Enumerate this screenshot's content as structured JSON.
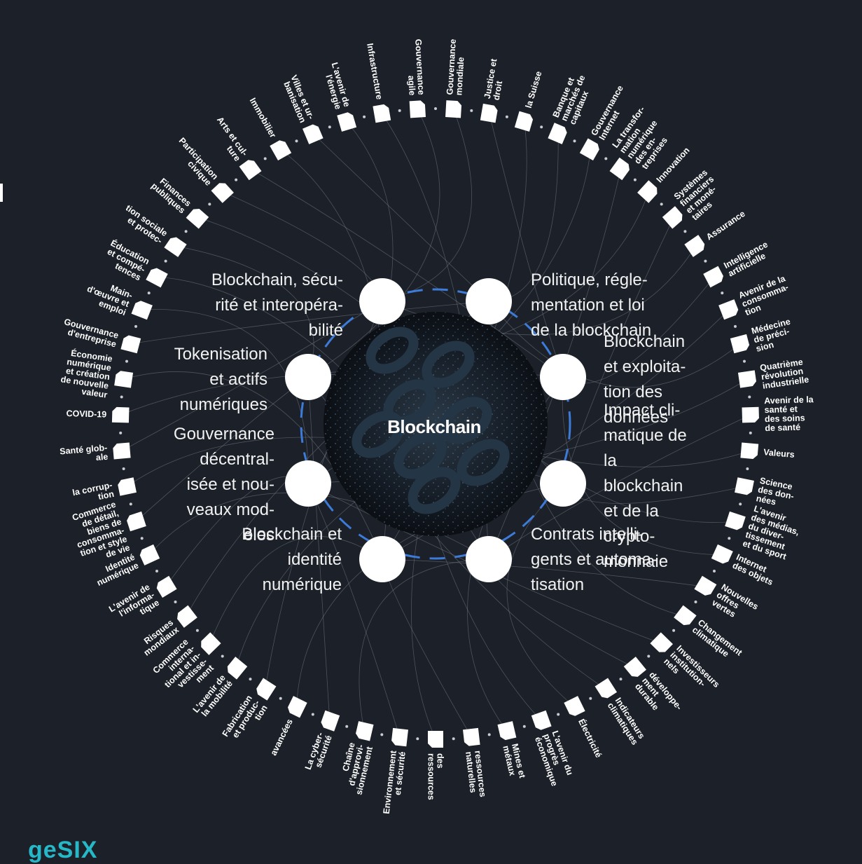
{
  "center": {
    "title": "Blockchain"
  },
  "key_issues": [
    {
      "label": "Blockchain, sécu-\nrité et interopéra-\nbilité",
      "side": "left"
    },
    {
      "label": "Politique, régle-\nmentation et loi\nde la blockchain",
      "side": "right"
    },
    {
      "label": "Tokenisation\net actifs\nnumériques",
      "side": "left"
    },
    {
      "label": "Blockchain\net exploita-\ntion des\ndonnées",
      "side": "right"
    },
    {
      "label": "Gouvernance\ndécentral-\nisée et nou-\nveaux mod-\nèles",
      "side": "left"
    },
    {
      "label": "Impact cli-\nmatique de\nla\nblockchain\net de la\ncrypto-\nmonnaie",
      "side": "right"
    },
    {
      "label": "Blockchain et\nidentité\nnumérique",
      "side": "left"
    },
    {
      "label": "Contrats intelli-\ngents et automa-\ntisation",
      "side": "right"
    }
  ],
  "topics": [
    "Gouvernance\nmondiale",
    "Justice et\ndroit",
    "la Suisse",
    "Banque et\nmarchés de\ncapitaux",
    "Gouvernance\nInternet",
    "La transfor-\nmation\nnumérique\ndes en-\ntreprises",
    "Innovation",
    "Systèmes\nfinanciers\net moné-\ntaires",
    "Assurance",
    "Intelligence\nartificielle",
    "Avenir de la\nconsomma-\ntion",
    "Médecine\nde préci-\nsion",
    "Quatrième\nrévolution\nindustrielle",
    "Avenir de la\nsanté et\ndes soins\nde santé",
    "Valeurs",
    "Science\ndes don-\nnées",
    "L'avenir\ndes médias,\ndu diver-\ntissement\net du sport",
    "Internet\ndes objets",
    "Nouvelles\noffres\nvertes",
    "Changement\nclimatique",
    "Investisseurs\ninstitution-\nnels",
    "développe-\nment\ndurable",
    "Indicateurs\nclimatiques",
    "Électricité",
    "L'avenir du\nprogrès\néconomique",
    "Mines et\nmétaux",
    "ressources\nnaturelles",
    "des\nressources",
    "Environnement\net sécurité",
    "Chaîne\nd'approvi-\nsionnement",
    "La cyber-\nsécurité",
    "avancées",
    "Fabrication\net produc-\ntion",
    "L'avenir de\nla mobilité",
    "Commerce\ninterna-\ntional et in-\nvestisse-\nment",
    "Risques\nmondiaux",
    "L'avenir de\nl'informa-\ntique",
    "Identité\nnumérique",
    "Commerce\nde détail,\nbiens de\nconsomma-\ntion et style\nde vie",
    "la corrup-\ntion",
    "Santé glob-\nale",
    "COVID-19",
    "Économie\nnumérique\net création\nde nouvelle\nvaleur",
    "Gouvernance\nd'entreprise",
    "Main-\nd'œuvre et\nemploi",
    "Éducation\net compé-\ntences",
    "tion sociale\net protec-",
    "Finances\npubliques",
    "Participation\ncivique",
    "Arts et cul-\nture",
    "Immobilier",
    "Villes et ur-\nbanisation",
    "L'avenir de\nl'énergie",
    "Infrastructure",
    "Gouvernance\nagile"
  ],
  "logo": {
    "fragment": "geSIX"
  },
  "colors": {
    "background": "#1c2129",
    "ring": "#ffffff",
    "link": "#8a8f98",
    "dash": "#3d7bd9",
    "logo": "#27b8c8"
  }
}
